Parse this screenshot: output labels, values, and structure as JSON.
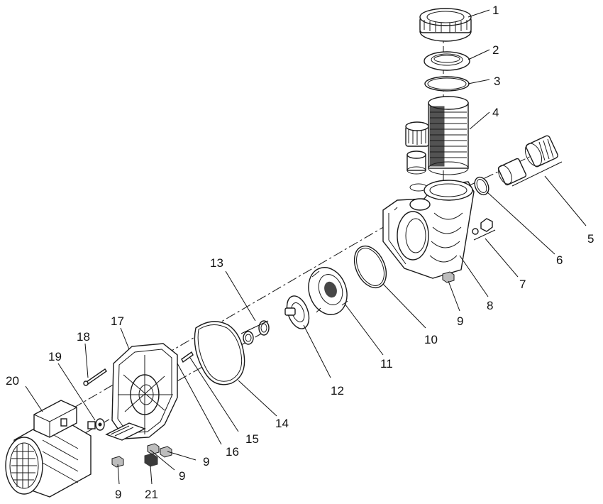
{
  "callouts": [
    {
      "id": "c1",
      "label": "1"
    },
    {
      "id": "c2",
      "label": "2"
    },
    {
      "id": "c3",
      "label": "3"
    },
    {
      "id": "c4",
      "label": "4"
    },
    {
      "id": "c5",
      "label": "5"
    },
    {
      "id": "c6",
      "label": "6"
    },
    {
      "id": "c7",
      "label": "7"
    },
    {
      "id": "c8",
      "label": "8"
    },
    {
      "id": "c9a",
      "label": "9"
    },
    {
      "id": "c10",
      "label": "10"
    },
    {
      "id": "c11",
      "label": "11"
    },
    {
      "id": "c12",
      "label": "12"
    },
    {
      "id": "c13",
      "label": "13"
    },
    {
      "id": "c14",
      "label": "14"
    },
    {
      "id": "c15",
      "label": "15"
    },
    {
      "id": "c16",
      "label": "16"
    },
    {
      "id": "c17",
      "label": "17"
    },
    {
      "id": "c18",
      "label": "18"
    },
    {
      "id": "c19",
      "label": "19"
    },
    {
      "id": "c20",
      "label": "20"
    },
    {
      "id": "c9b",
      "label": "9"
    },
    {
      "id": "c9c",
      "label": "9"
    },
    {
      "id": "c9d",
      "label": "9"
    },
    {
      "id": "c21",
      "label": "21"
    }
  ]
}
